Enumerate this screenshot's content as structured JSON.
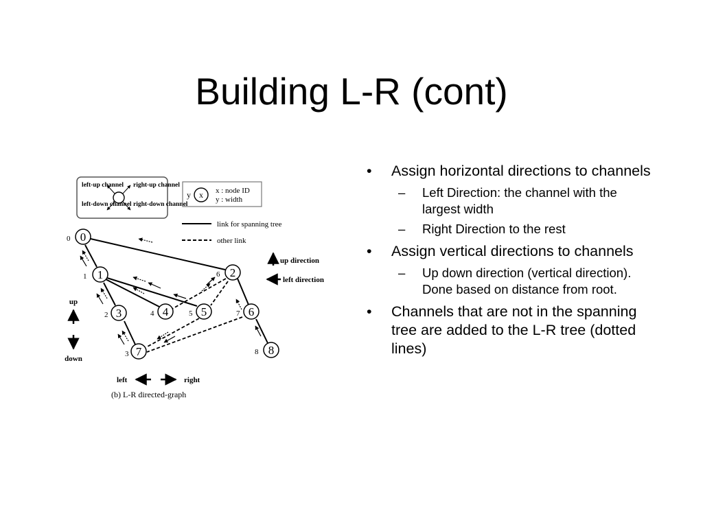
{
  "slide": {
    "title": "Building L-R (cont)"
  },
  "bullets": [
    {
      "text": "Assign horizontal directions to channels",
      "sub": [
        "Left Direction: the channel with the largest width",
        "Right Direction to the rest"
      ]
    },
    {
      "text": "Assign vertical directions to channels",
      "sub": [
        "Up down direction (vertical direction). Done based on distance from root."
      ]
    },
    {
      "text": "Channels that are not in the spanning tree are added to the L-R tree (dotted lines)",
      "sub": []
    }
  ],
  "diagram": {
    "legend": {
      "left_up": "left-up channel",
      "right_up": "right-up channel",
      "left_down": "left-down channel",
      "right_down": "right-down channel",
      "node_outer": "y",
      "node_inner": "x",
      "node_id_key": "x : node ID",
      "width_key": "y : width",
      "tree_link": "link for spanning tree",
      "other_link": "other link",
      "up_direction": "up direction",
      "left_direction": "left direction"
    },
    "nodes": [
      {
        "id": "0",
        "width": "0"
      },
      {
        "id": "1",
        "width": "1"
      },
      {
        "id": "2",
        "width": "6"
      },
      {
        "id": "3",
        "width": "2"
      },
      {
        "id": "4",
        "width": "4"
      },
      {
        "id": "5",
        "width": "5"
      },
      {
        "id": "6",
        "width": "7"
      },
      {
        "id": "7",
        "width": "3"
      },
      {
        "id": "8",
        "width": "8"
      }
    ],
    "axis_up": "up",
    "axis_down": "down",
    "axis_left": "left",
    "axis_right": "right",
    "caption": "(b) L-R directed-graph"
  }
}
